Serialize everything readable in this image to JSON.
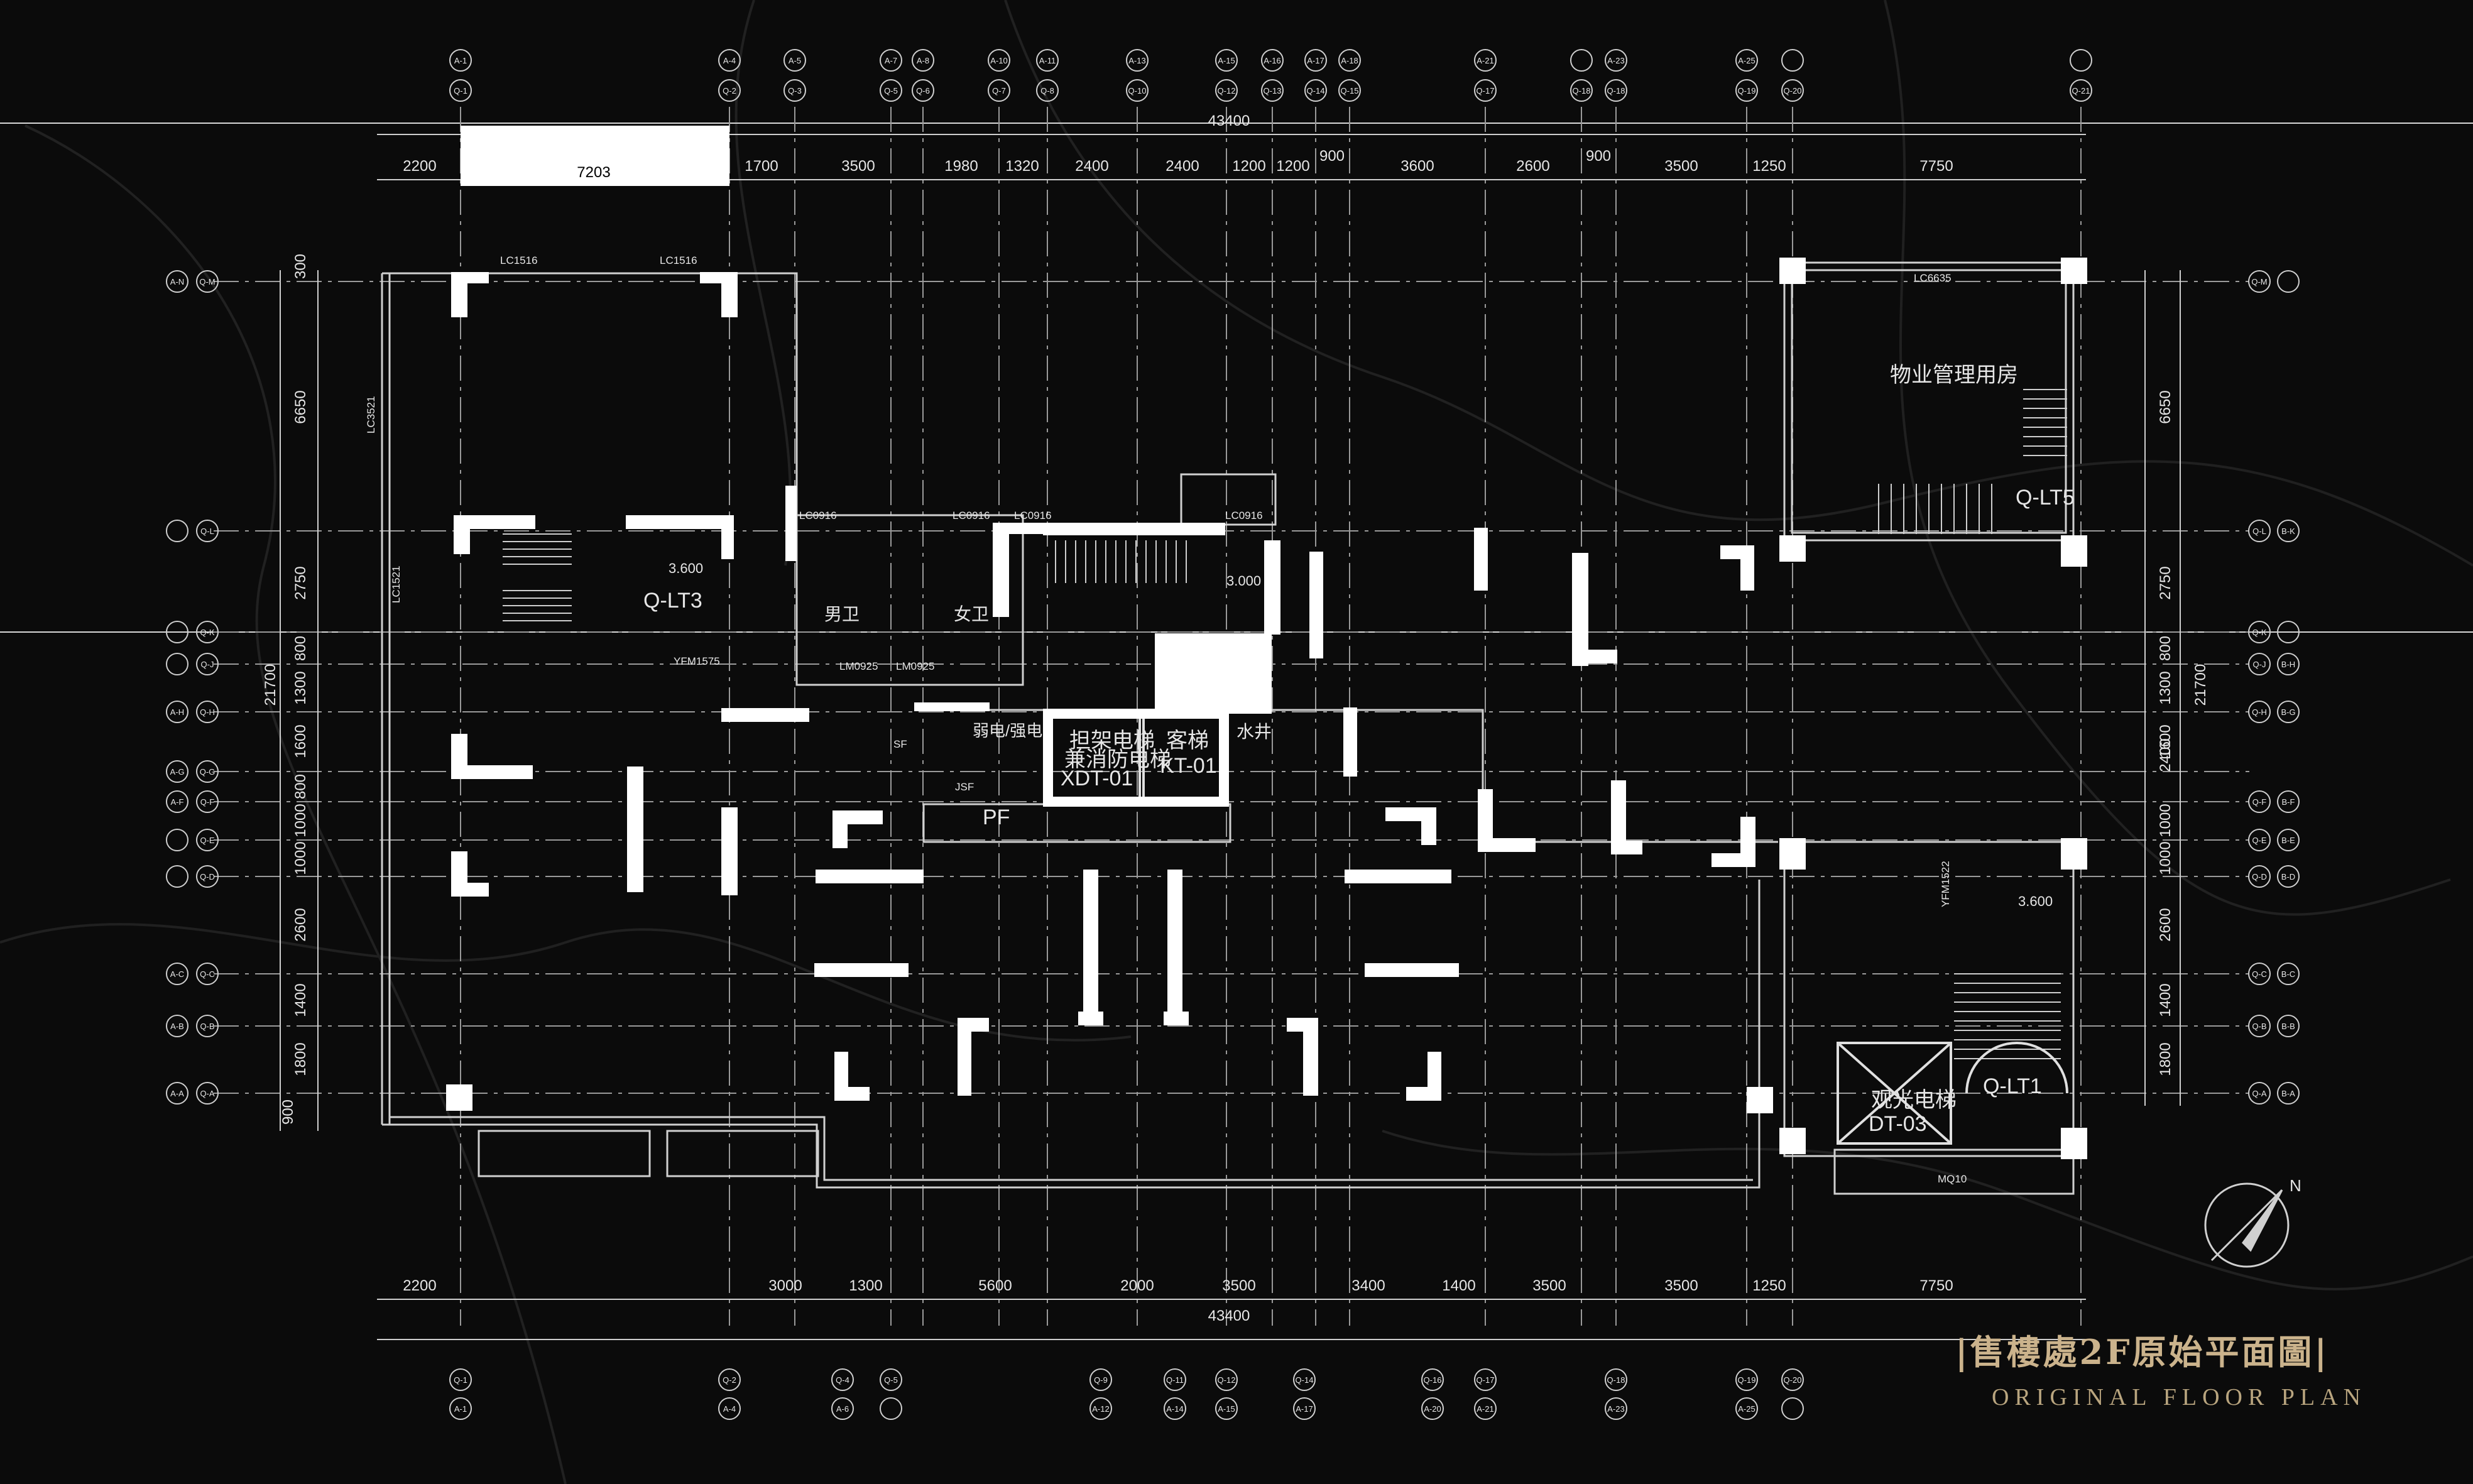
{
  "title": {
    "cn": "|售樓處2F原始平面圖|",
    "en": "ORIGINAL FLOOR PLAN"
  },
  "dims_top": {
    "total": "43400",
    "label_7203": "7203",
    "d1": "2200",
    "d2": "1700",
    "d3": "3500",
    "d4": "1980",
    "d5": "1320",
    "d6": "2400",
    "d7": "2400",
    "d8": "1200",
    "d9": "1200",
    "d10": "900",
    "d11": "3600",
    "d12": "2600",
    "d13": "900",
    "d14": "3500",
    "d15": "1250",
    "d16": "7750"
  },
  "dims_bottom": {
    "total": "43400",
    "d1": "2200",
    "d2": "3000",
    "d3": "1300",
    "d4": "5600",
    "d5": "2000",
    "d6": "3500",
    "d7": "3400",
    "d8": "1400",
    "d9": "3500",
    "d10": "3500",
    "d11": "1250",
    "d12": "7750"
  },
  "dims_left": {
    "total": "21700",
    "d1": "300",
    "d2": "6650",
    "d3": "2750",
    "d4": "800",
    "d5": "1300",
    "d6": "1600",
    "d7": "800",
    "d8": "1000",
    "d9": "1000",
    "d10": "2600",
    "d11": "1400",
    "d12": "1800",
    "d13": "900"
  },
  "dims_right": {
    "total": "21700",
    "d1": "6650",
    "d2": "2750",
    "d3": "800",
    "d4": "1300",
    "d5": "1600",
    "d6": "2400",
    "d7": "1000",
    "d8": "1000",
    "d9": "2600",
    "d10": "1400",
    "d11": "1800"
  },
  "rooms": {
    "property_mgmt": "物业管理用房",
    "q_lt5": "Q-LT5",
    "q_lt3": "Q-LT3",
    "q_lt1": "Q-LT1",
    "male_wc": "男卫",
    "female_wc": "女卫",
    "weak_strong": "弱电/强电",
    "water_shaft": "水井",
    "elev_a": "担架电梯",
    "elev_a2": "兼消防电梯",
    "elev_a_code": "XDT-01",
    "elev_b": "客梯",
    "elev_b_code": "KT-01",
    "pf": "PF",
    "sf": "SF",
    "jsf": "JSF",
    "sightseeing": "观光电梯",
    "dt03": "DT-03",
    "mq10": "MQ10"
  },
  "levels": {
    "lt3": "3.600",
    "lt1": "3.600",
    "core": "3.000"
  },
  "windows": {
    "lc1516_a": "LC1516",
    "lc1516_b": "LC1516",
    "lc6635": "LC6635",
    "lc3521": "LC3521",
    "lc1521": "LC1521",
    "lc0916_a": "LC0916",
    "lc0916_b": "LC0916",
    "lc0916_c": "LC0916",
    "lc0916_d": "LC0916",
    "ym1575": "YFM1575",
    "lm0925_a": "LM0925",
    "lm0925_b": "LM0925",
    "ym1522": "YFM1522"
  },
  "axes_top": {
    "a1": [
      "A-1",
      "Q-1"
    ],
    "a2": [
      "A-4",
      "Q-2"
    ],
    "a3": [
      "A-5",
      "Q-3"
    ],
    "a4": [
      "A-7",
      "Q-5"
    ],
    "a5": [
      "A-8",
      "Q-6"
    ],
    "a6": [
      "A-10",
      "Q-7"
    ],
    "a7": [
      "A-11",
      "Q-8"
    ],
    "a8": [
      "A-13",
      "Q-10"
    ],
    "a9": [
      "A-15",
      "Q-12"
    ],
    "a10": [
      "A-16",
      "Q-13"
    ],
    "a11": [
      "A-17",
      "Q-14"
    ],
    "a12": [
      "A-18",
      "Q-15"
    ],
    "a13": [
      "A-21",
      "Q-17"
    ],
    "a14": [
      "",
      "Q-18"
    ],
    "a15": [
      "A-23",
      "Q-18"
    ],
    "a16": [
      "A-25",
      "Q-19"
    ],
    "a17": [
      "",
      "Q-20"
    ],
    "a18": [
      "",
      "Q-21"
    ]
  },
  "axes_bottom": {
    "b1": [
      "Q-1",
      "A-1"
    ],
    "b2": [
      "Q-2",
      "A-4"
    ],
    "b3": [
      "Q-4",
      "A-6"
    ],
    "b4": [
      "Q-5",
      ""
    ],
    "b5": [
      "Q-9",
      "A-12"
    ],
    "b6": [
      "Q-11",
      "A-14"
    ],
    "b7": [
      "Q-12",
      "A-15"
    ],
    "b8": [
      "Q-14",
      "A-17"
    ],
    "b9": [
      "Q-16",
      "A-20"
    ],
    "b10": [
      "Q-17",
      "A-21"
    ],
    "b11": [
      "Q-18",
      "A-23"
    ],
    "b12": [
      "Q-19",
      "A-25"
    ],
    "b13": [
      "Q-20",
      ""
    ]
  },
  "axes_left": {
    "l1": [
      "A-N",
      "Q-M"
    ],
    "l2": [
      "",
      "Q-L"
    ],
    "l3": [
      "",
      "Q-K"
    ],
    "l4": [
      "",
      "Q-J"
    ],
    "l5": [
      "A-H",
      "Q-H"
    ],
    "l6": [
      "A-G",
      "Q-G"
    ],
    "l7": [
      "A-F",
      "Q-F"
    ],
    "l8": [
      "",
      "Q-E"
    ],
    "l9": [
      "",
      "Q-D"
    ],
    "l10": [
      "A-C",
      "Q-C"
    ],
    "l11": [
      "A-B",
      "Q-B"
    ],
    "l12": [
      "A-A",
      "Q-A"
    ]
  },
  "axes_right": {
    "r1": [
      "Q-M",
      ""
    ],
    "r2": [
      "Q-L",
      "B-K"
    ],
    "r3": [
      "Q-K",
      ""
    ],
    "r4": [
      "Q-J",
      "B-H"
    ],
    "r5": [
      "Q-H",
      "B-G"
    ],
    "r6": [
      "Q-F",
      "B-F"
    ],
    "r7": [
      "Q-E",
      "B-E"
    ],
    "r8": [
      "Q-D",
      "B-D"
    ],
    "r9": [
      "Q-C",
      "B-C"
    ],
    "r10": [
      "Q-B",
      "B-B"
    ],
    "r11": [
      "Q-A",
      "B-A"
    ]
  },
  "north": "N"
}
